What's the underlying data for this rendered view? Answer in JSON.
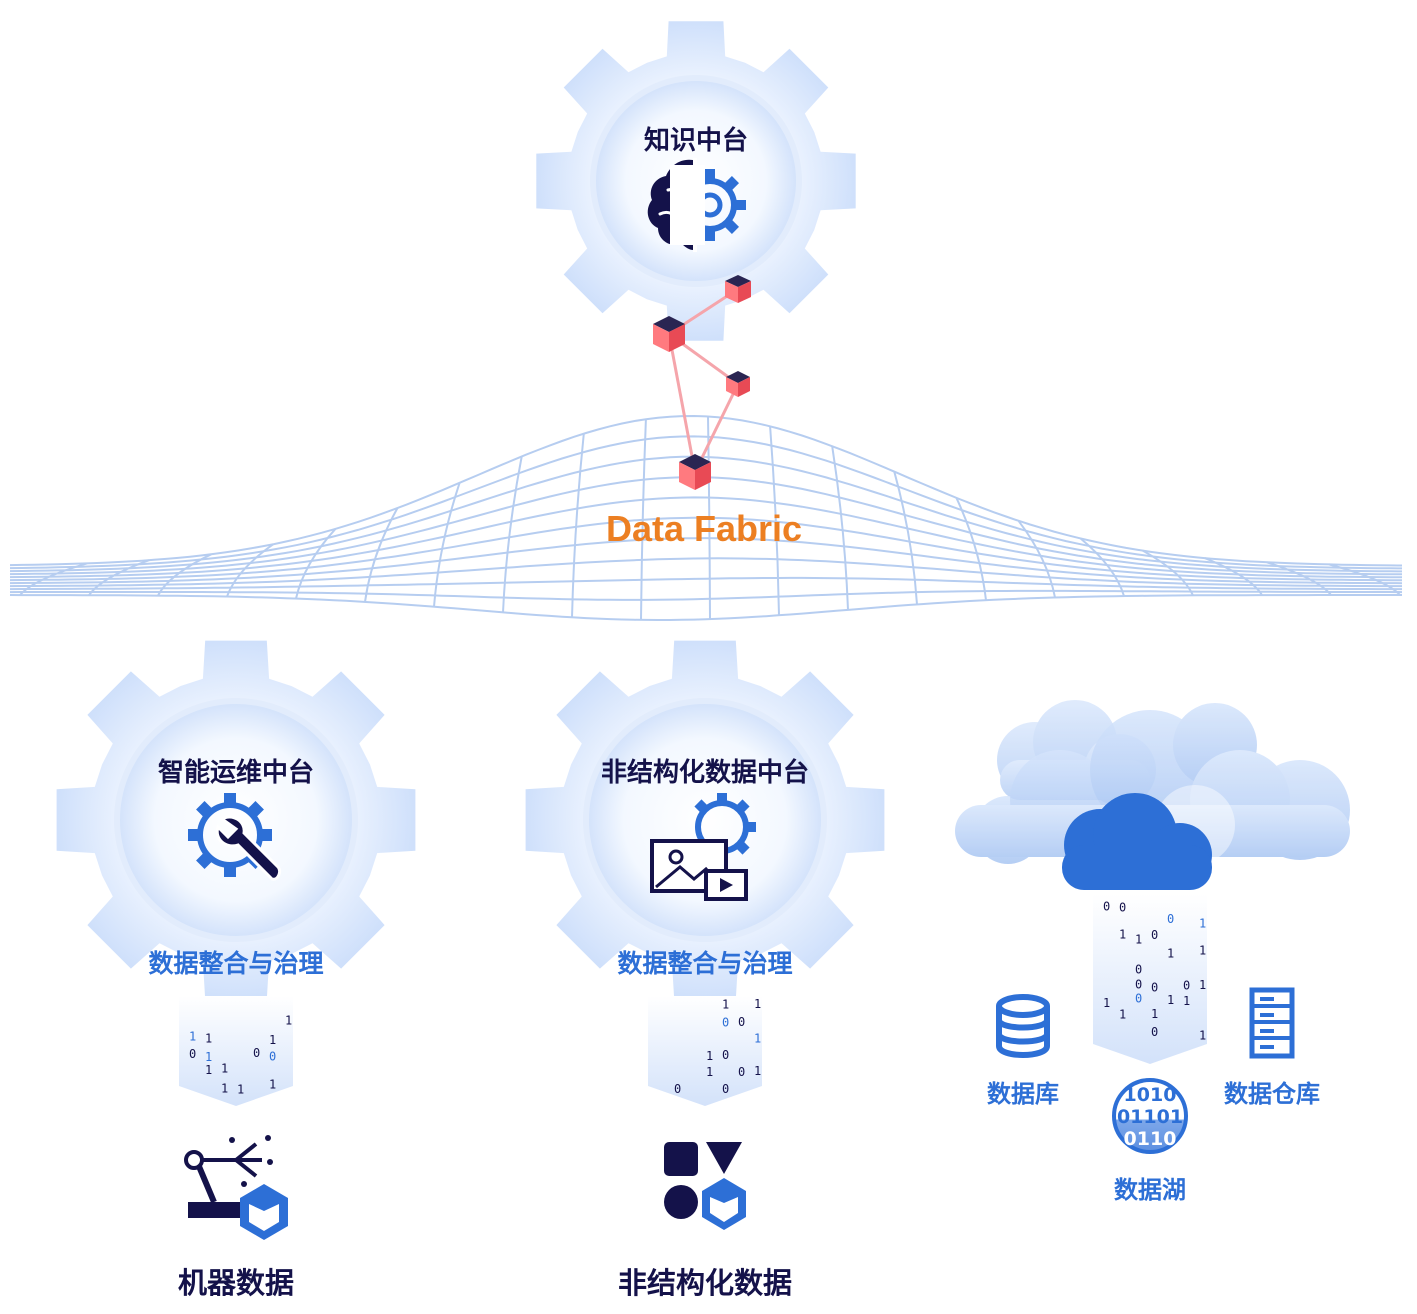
{
  "hub_top": {
    "title": "知识中台"
  },
  "fabric": {
    "label": "Data Fabric"
  },
  "hub_left": {
    "title": "智能运维中台",
    "subtitle": "数据整合与治理",
    "source": "机器数据"
  },
  "hub_mid": {
    "title": "非结构化数据中台",
    "subtitle": "数据整合与治理",
    "source": "非结构化数据"
  },
  "storage": {
    "database": "数据库",
    "warehouse": "数据仓库",
    "lake": "数据湖",
    "lake_bits": [
      "1010",
      "01101",
      "0110"
    ]
  },
  "colors": {
    "navy": "#14124a",
    "blue": "#2d6fd6",
    "orange": "#ec7f22",
    "node": "#f25a63",
    "grid": "#b6cdf0"
  }
}
